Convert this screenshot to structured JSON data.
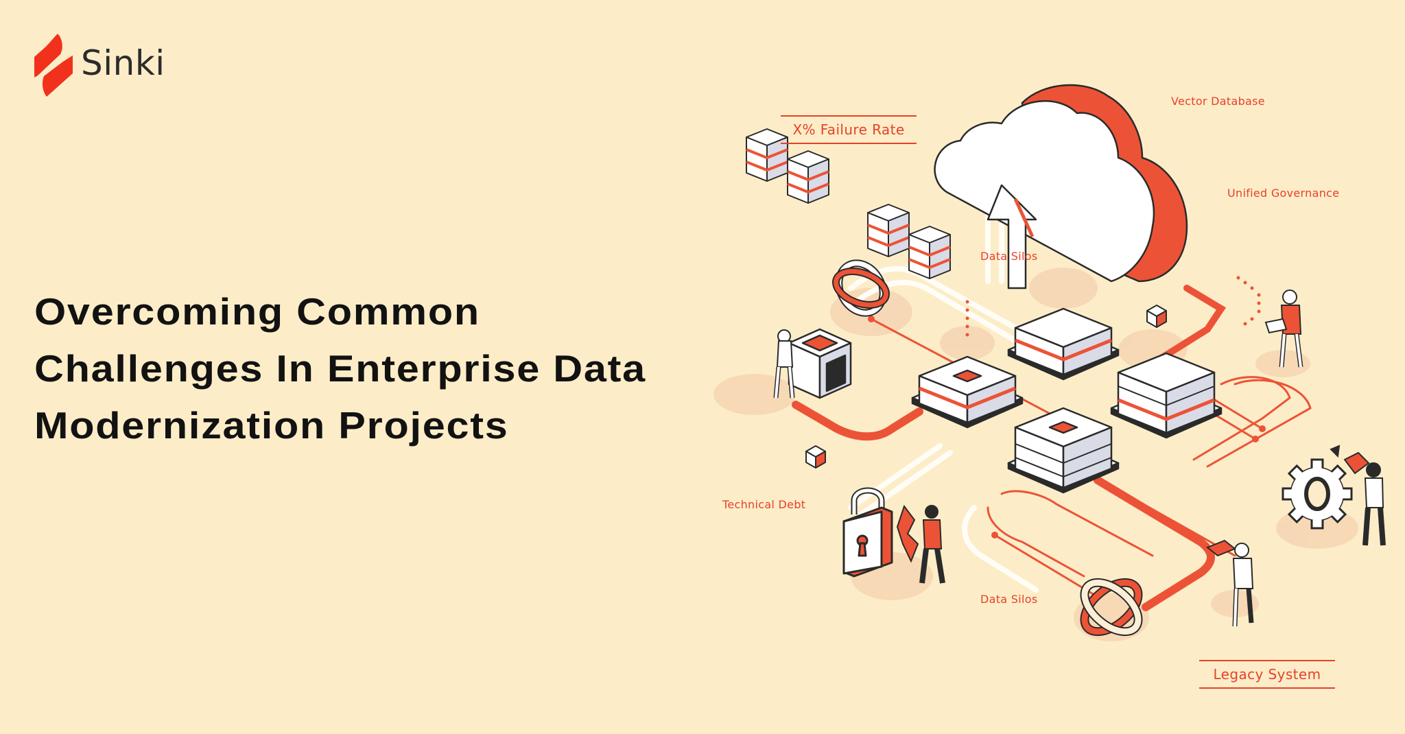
{
  "brand": {
    "name": "Sinki",
    "logo_icon": "sinki-logo-mark",
    "logo_color": "#f2311c"
  },
  "hero": {
    "title_lines": [
      "Overcoming Common",
      "Challenges In Enterprise Data",
      "Modernization Projects"
    ]
  },
  "illustration": {
    "accent_color": "#e8402a",
    "background_color": "#fcedc8",
    "labels": {
      "failure_rate": "X% Failure Rate",
      "vector_database": "Vector Database",
      "unified_governance": "Unified Governance",
      "data_silos_top": "Data Silos",
      "technical_debt": "Technical Debt",
      "data_silos_bottom": "Data Silos",
      "legacy_system": "Legacy System"
    }
  }
}
